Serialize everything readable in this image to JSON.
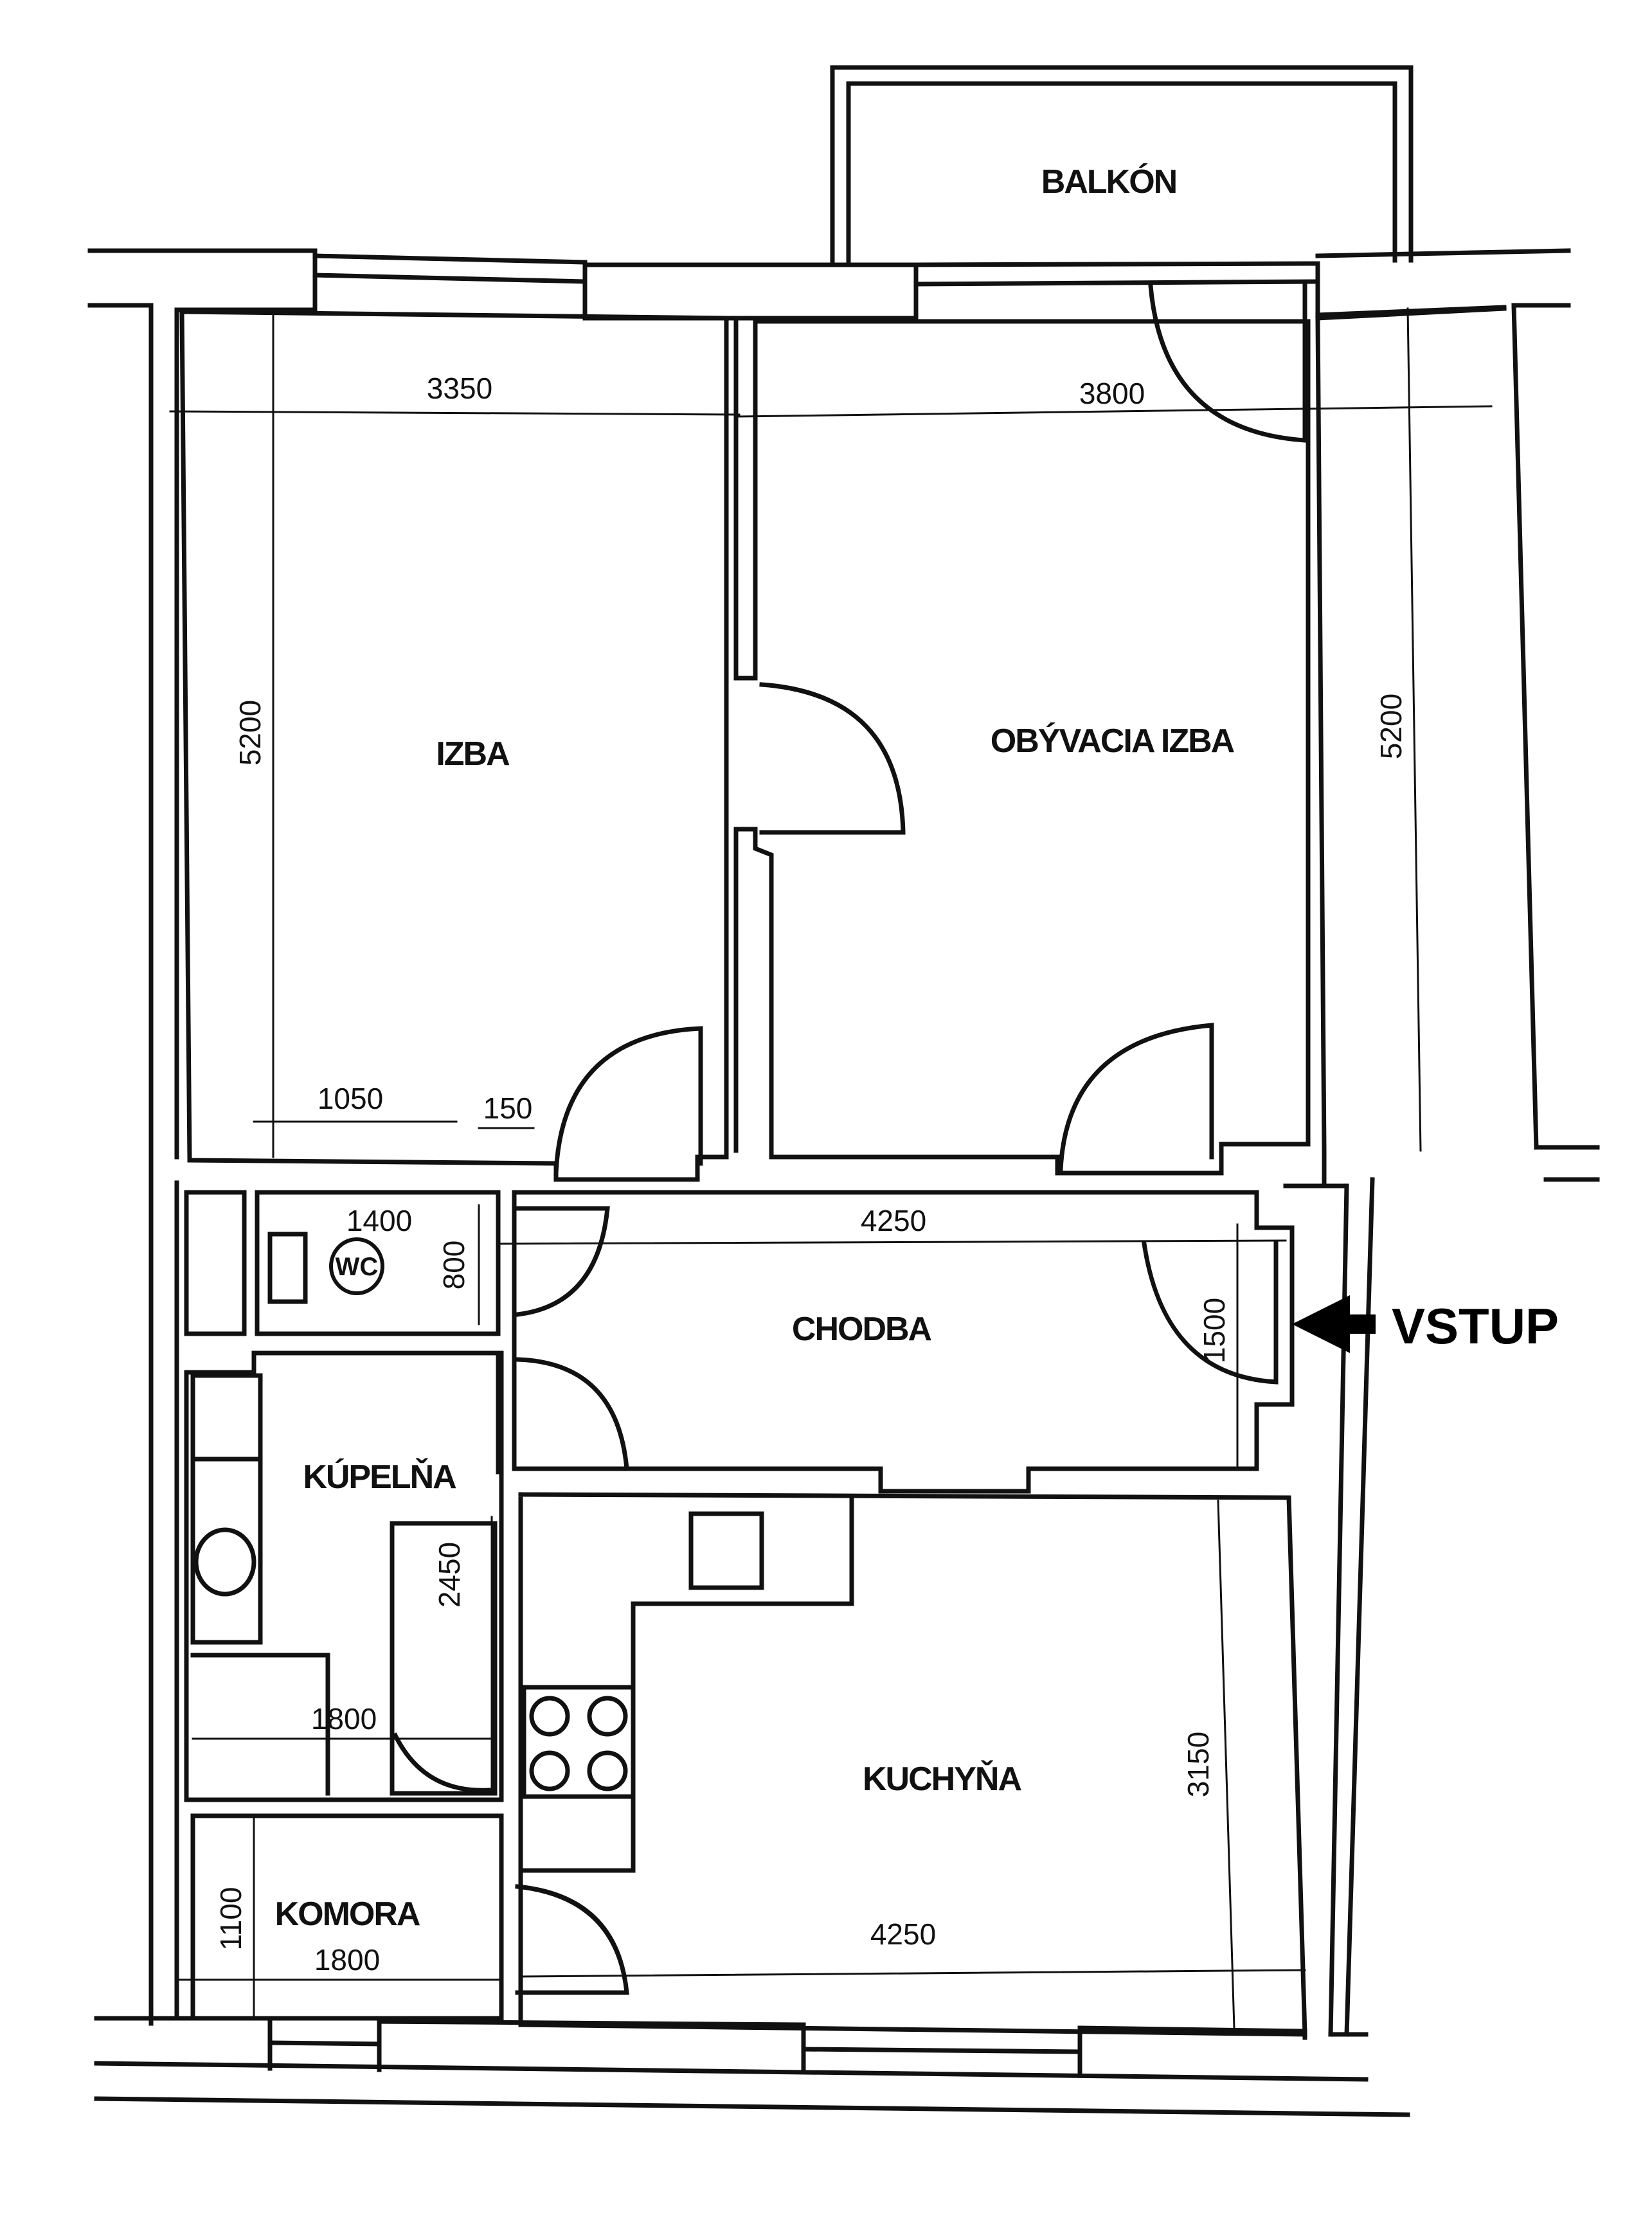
{
  "rooms": {
    "balcony": "BALKÓN",
    "bedroom": "IZBA",
    "living_room": "OBÝVACIA IZBA",
    "hallway": "CHODBA",
    "bathroom": "KÚPELŇA",
    "kitchen": "KUCHYŇA",
    "pantry": "KOMORA"
  },
  "entry_label": "VSTUP",
  "wc_label": "WC",
  "dimensions": {
    "bedroom_width": "3350",
    "bedroom_depth": "5200",
    "living_width": "3800",
    "living_depth": "5200",
    "wardrobe_width": "1050",
    "wardrobe_gap": "150",
    "wc_length": "1400",
    "wc_width": "800",
    "hall_length": "4250",
    "hall_width": "1500",
    "bath_length": "2450",
    "bath_width": "1800",
    "kitchen_width": "4250",
    "kitchen_depth": "3150",
    "pantry_width": "1800",
    "pantry_depth": "1100"
  }
}
